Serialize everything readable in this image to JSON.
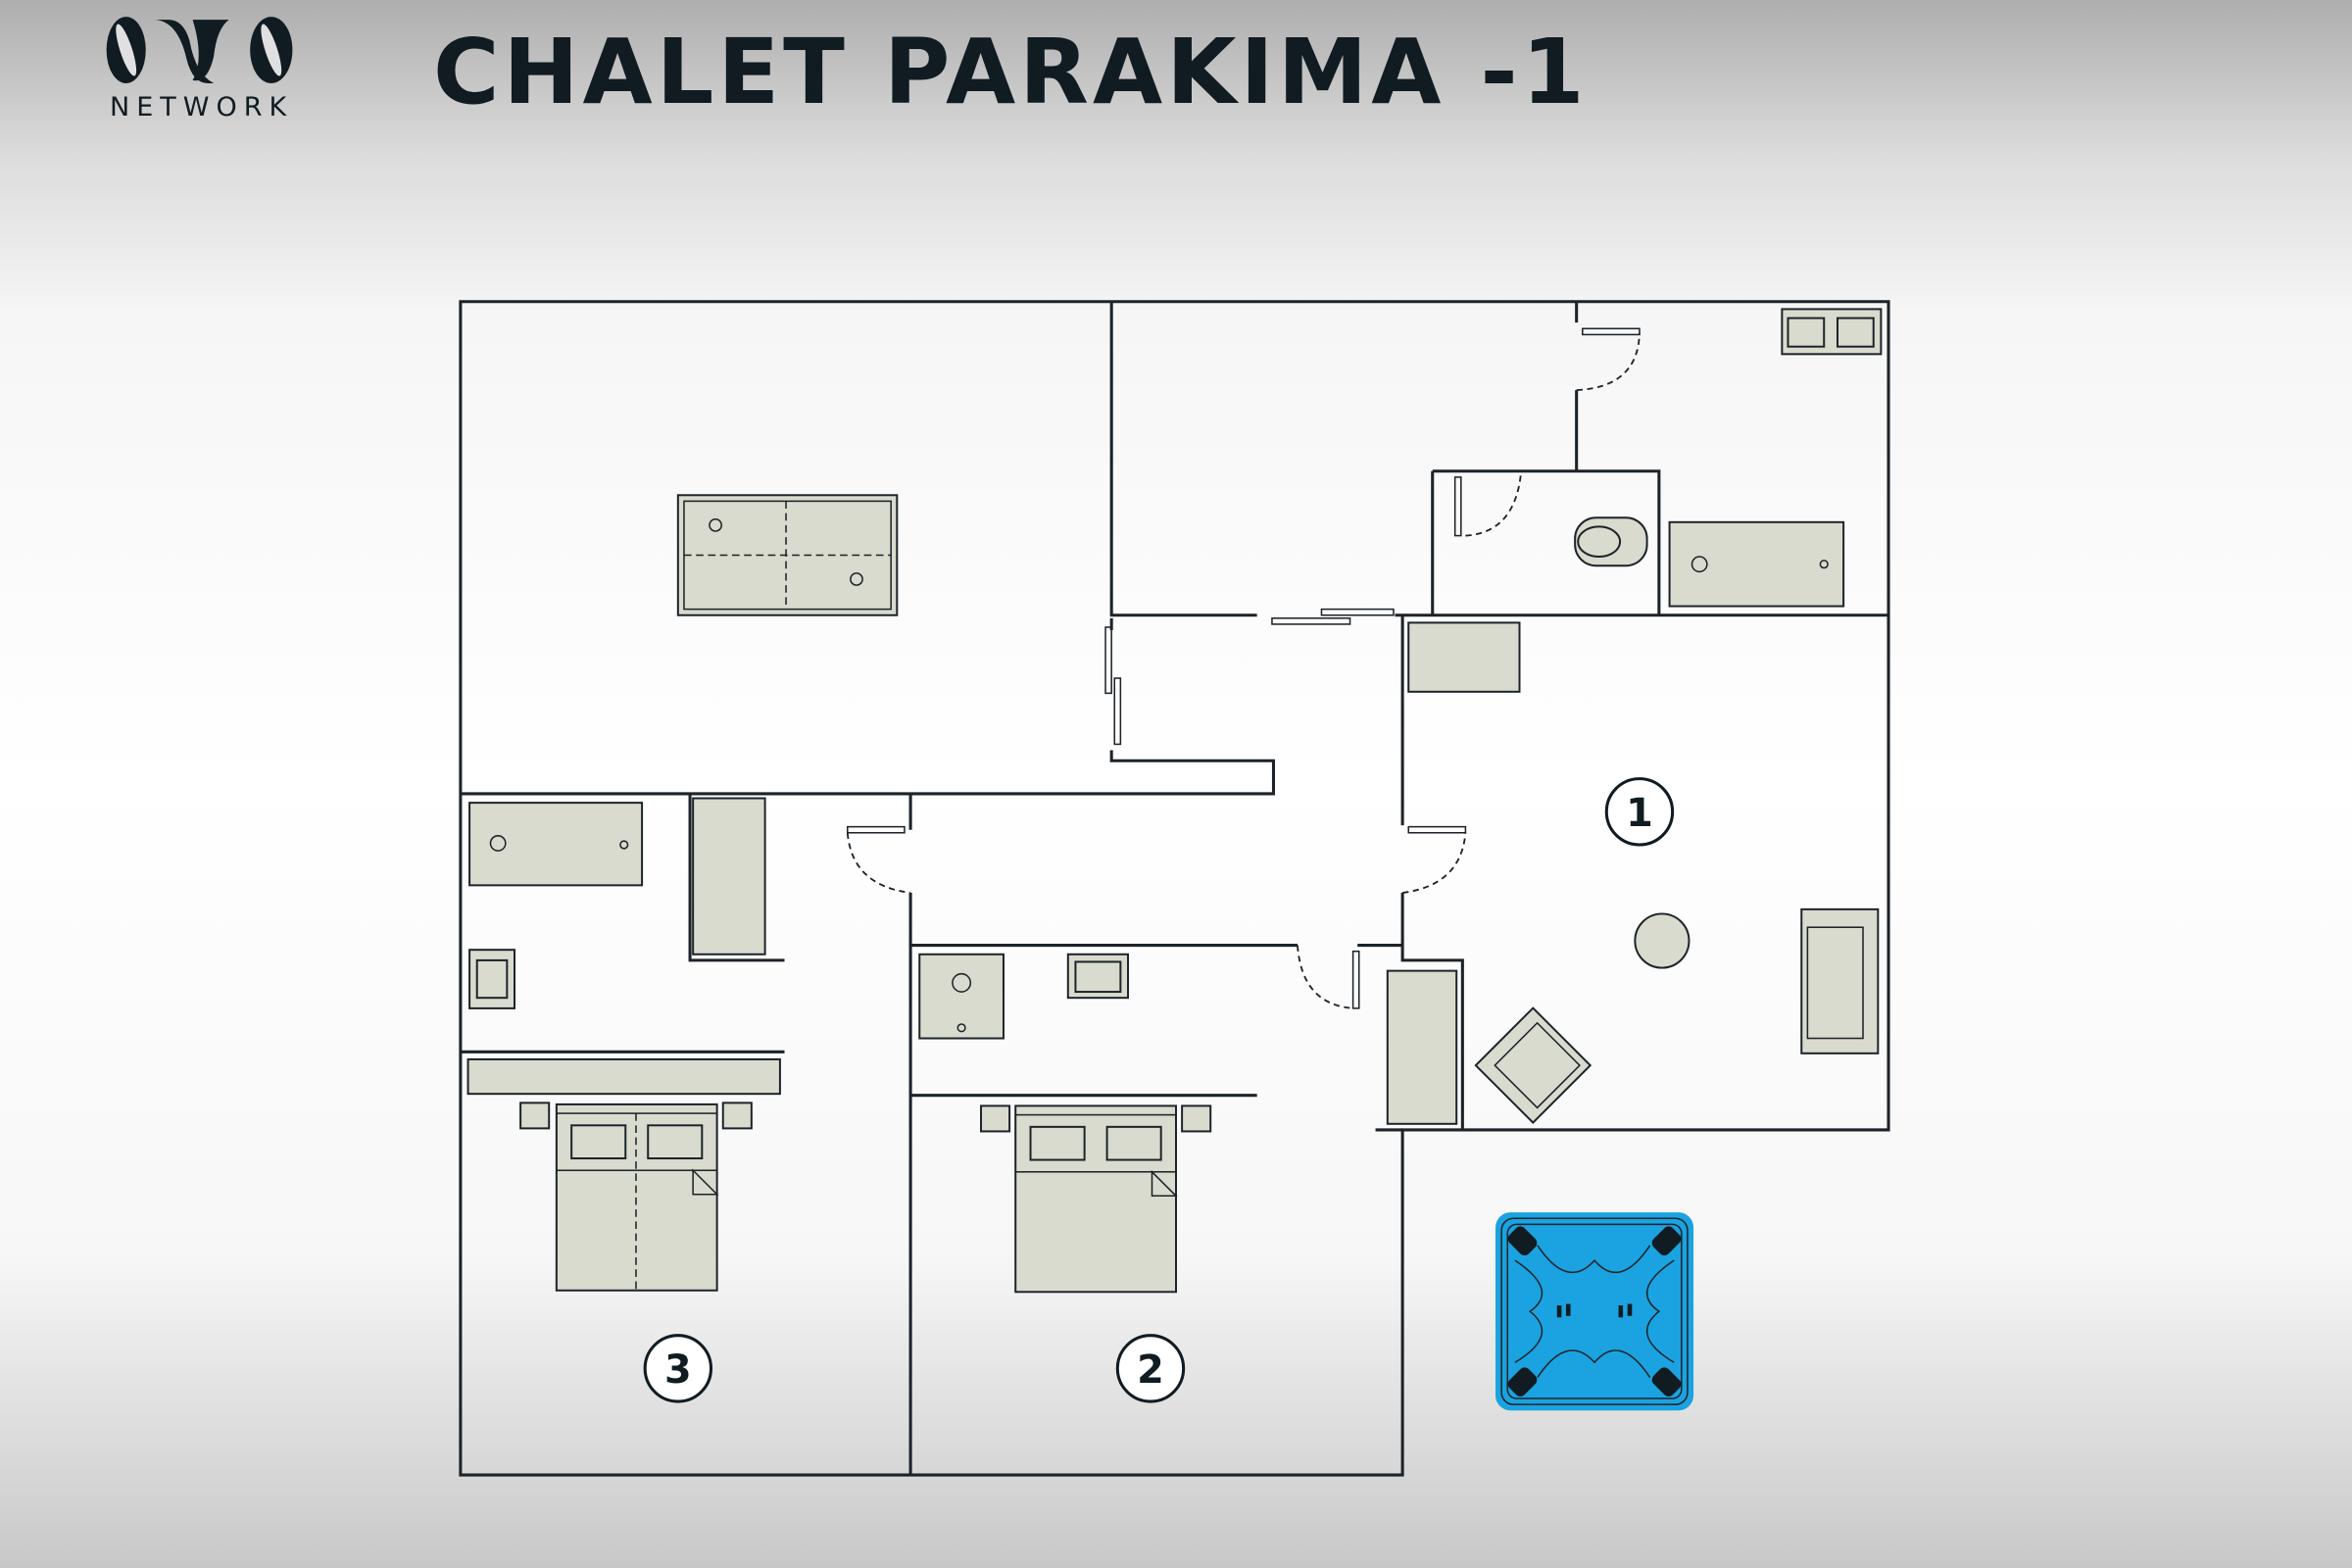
{
  "header": {
    "title": "CHALET PARAKIMA -1",
    "logo_text": "NETWORK"
  },
  "rooms": [
    {
      "label": "1"
    },
    {
      "label": "2"
    },
    {
      "label": "3"
    }
  ],
  "colors": {
    "walls": "#1c2329",
    "furniture": "#d8dbcd",
    "hot_tub": "#1aa3e0"
  }
}
